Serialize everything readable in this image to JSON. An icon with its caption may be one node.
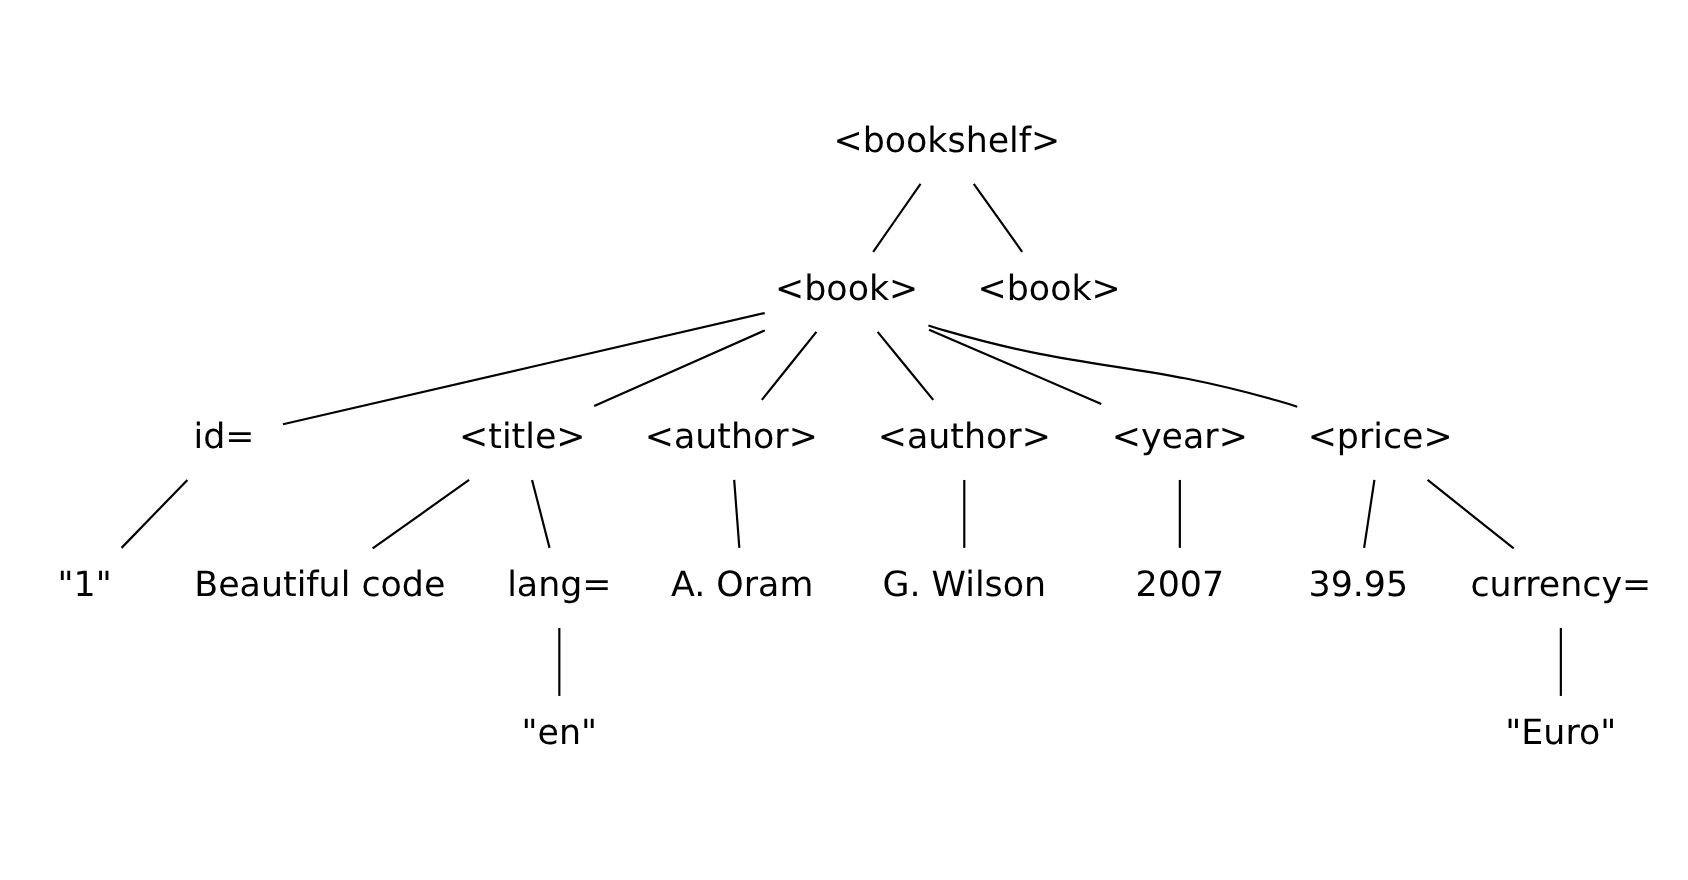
{
  "diagram": {
    "nodes": [
      {
        "text": [
          "<bookshelf>"
        ]
      },
      {
        "text": [
          "<book>"
        ]
      },
      {
        "text": [
          "<book>"
        ]
      },
      {
        "text": [
          "id="
        ]
      },
      {
        "text": [
          "<title>"
        ]
      },
      {
        "text": [
          "<author>"
        ]
      },
      {
        "text": [
          "<author>"
        ]
      },
      {
        "text": [
          "<year>"
        ]
      },
      {
        "text": [
          "<price>"
        ]
      },
      {
        "text": [
          "\"1\""
        ]
      },
      {
        "text": [
          "Beautiful code"
        ]
      },
      {
        "text": [
          "lang="
        ]
      },
      {
        "text": [
          "A. Oram"
        ]
      },
      {
        "text": [
          "G. Wilson"
        ]
      },
      {
        "text": [
          "2007"
        ]
      },
      {
        "text": [
          "39.95"
        ]
      },
      {
        "text": [
          "currency="
        ]
      },
      {
        "text": [
          "\"en\""
        ]
      },
      {
        "text": [
          "\"Euro\""
        ]
      }
    ],
    "edges": [
      {
        "from": 0,
        "to": 1,
        "arrow": "none"
      },
      {
        "from": 0,
        "to": 2,
        "arrow": "none"
      },
      {
        "from": 1,
        "to": 3,
        "arrow": "none"
      },
      {
        "from": 1,
        "to": 4,
        "arrow": "none"
      },
      {
        "from": 1,
        "to": 5,
        "arrow": "none"
      },
      {
        "from": 1,
        "to": 6,
        "arrow": "none"
      },
      {
        "from": 1,
        "to": 7,
        "arrow": "none"
      },
      {
        "from": 1,
        "to": 8,
        "arrow": "none"
      },
      {
        "from": 3,
        "to": 9,
        "arrow": "none"
      },
      {
        "from": 4,
        "to": 10,
        "arrow": "none"
      },
      {
        "from": 4,
        "to": 11,
        "arrow": "none"
      },
      {
        "from": 5,
        "to": 12,
        "arrow": "none"
      },
      {
        "from": 6,
        "to": 13,
        "arrow": "none"
      },
      {
        "from": 7,
        "to": 14,
        "arrow": "none"
      },
      {
        "from": 8,
        "to": 15,
        "arrow": "none"
      },
      {
        "from": 8,
        "to": 16,
        "arrow": "none"
      },
      {
        "from": 11,
        "to": 17,
        "arrow": "none"
      },
      {
        "from": 16,
        "to": 18,
        "arrow": "none"
      }
    ]
  }
}
